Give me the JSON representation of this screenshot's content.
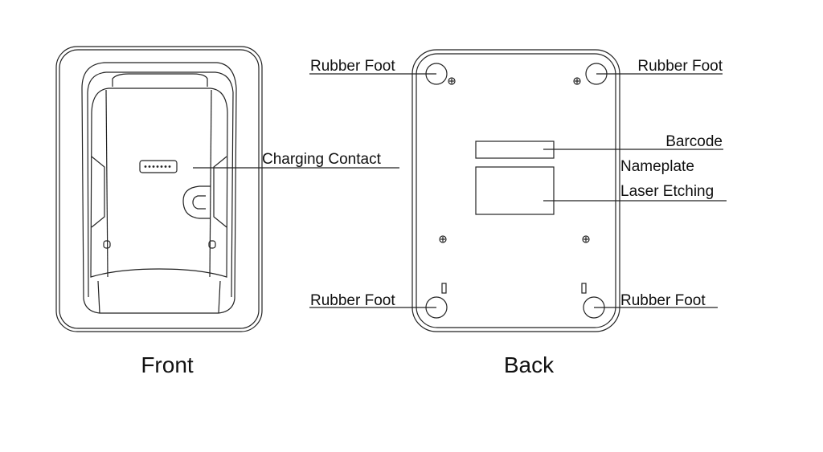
{
  "front": {
    "caption": "Front",
    "callouts": {
      "charging_contact": "Charging Contact"
    }
  },
  "back": {
    "caption": "Back",
    "callouts": {
      "rubber_foot_top_left": "Rubber Foot",
      "rubber_foot_top_right": "Rubber Foot",
      "rubber_foot_bottom_left": "Rubber Foot",
      "rubber_foot_bottom_right": "Rubber Foot",
      "barcode": "Barcode",
      "nameplate": "Nameplate",
      "laser_etching": "Laser Etching"
    }
  }
}
